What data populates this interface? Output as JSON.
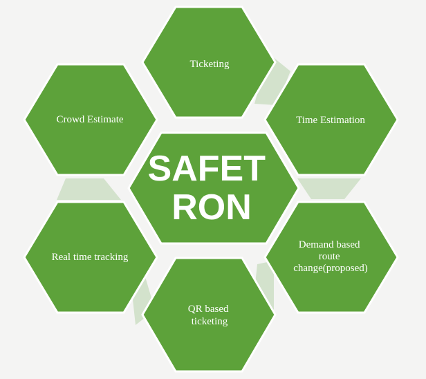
{
  "diagram": {
    "center": {
      "lines": [
        "SAFET",
        "RON"
      ]
    },
    "nodes": [
      {
        "id": "ticketing",
        "lines": [
          "Ticketing"
        ]
      },
      {
        "id": "time-estimation",
        "lines": [
          "Time Estimation"
        ]
      },
      {
        "id": "demand-based-route-change",
        "lines": [
          "Demand based",
          "route",
          "change(proposed)"
        ]
      },
      {
        "id": "qr-based-ticketing",
        "lines": [
          "QR based",
          "ticketing"
        ]
      },
      {
        "id": "real-time-tracking",
        "lines": [
          "Real time tracking"
        ]
      },
      {
        "id": "crowd-estimate",
        "lines": [
          "Crowd Estimate"
        ]
      }
    ],
    "colors": {
      "hex_fill": "#5da23a",
      "hex_stroke": "#ffffff",
      "connector": "#d3e2cc",
      "background": "#f4f4f3"
    }
  }
}
